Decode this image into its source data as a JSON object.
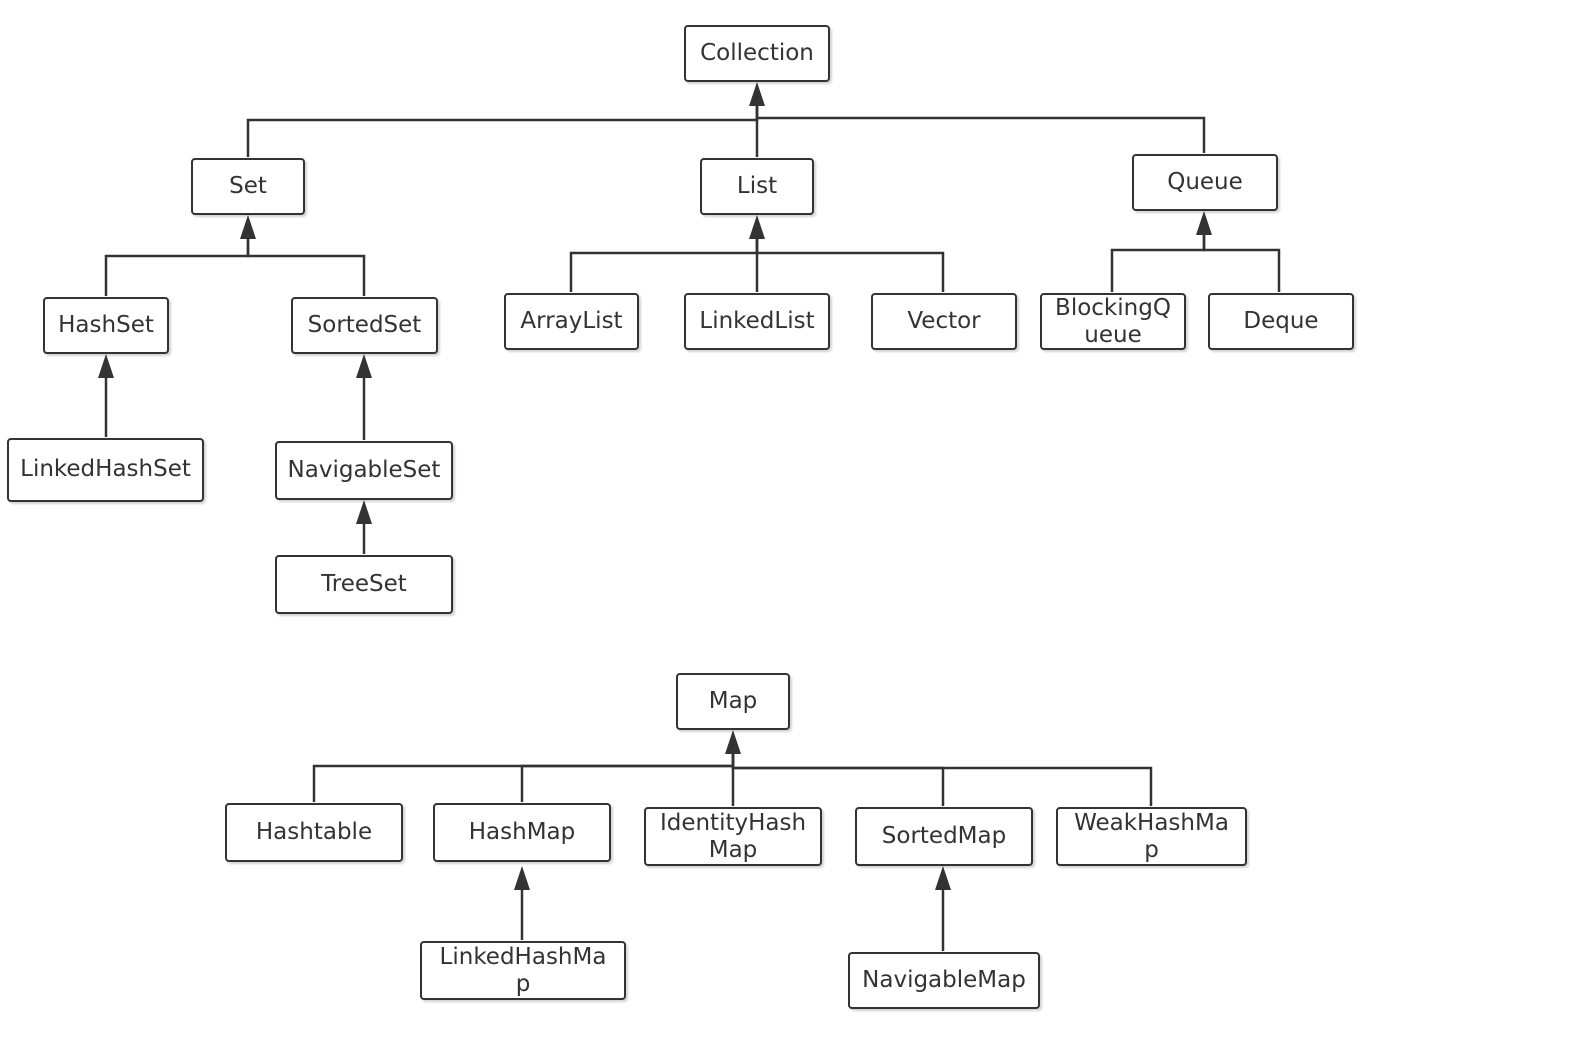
{
  "colors": {
    "line": "#333333",
    "box_border": "#333333",
    "box_fill": "#ffffff",
    "text": "#333333",
    "background": "#ffffff"
  },
  "nodes": {
    "collection": {
      "label": "Collection"
    },
    "set": {
      "label": "Set"
    },
    "list": {
      "label": "List"
    },
    "queue": {
      "label": "Queue"
    },
    "hashset": {
      "label": "HashSet"
    },
    "sortedset": {
      "label": "SortedSet"
    },
    "arraylist": {
      "label": "ArrayList"
    },
    "linkedlist": {
      "label": "LinkedList"
    },
    "vector": {
      "label": "Vector"
    },
    "blockingqueue": {
      "lines": [
        "BlockingQ",
        "ueue"
      ]
    },
    "deque": {
      "label": "Deque"
    },
    "linkedhashset": {
      "label": "LinkedHashSet"
    },
    "navigableset": {
      "label": "NavigableSet"
    },
    "treeset": {
      "label": "TreeSet"
    },
    "map": {
      "label": "Map"
    },
    "hashtable": {
      "label": "Hashtable"
    },
    "hashmap": {
      "label": "HashMap"
    },
    "identityhashmap": {
      "lines": [
        "IdentityHash",
        "Map"
      ]
    },
    "sortedmap": {
      "label": "SortedMap"
    },
    "weakhashmap": {
      "lines": [
        "WeakHashMa",
        "p"
      ]
    },
    "linkedhashmap": {
      "lines": [
        "LinkedHashMa",
        "p"
      ]
    },
    "navigablemap": {
      "label": "NavigableMap"
    }
  },
  "edges": [
    {
      "from": "set",
      "to": "collection"
    },
    {
      "from": "list",
      "to": "collection"
    },
    {
      "from": "queue",
      "to": "collection"
    },
    {
      "from": "hashset",
      "to": "set"
    },
    {
      "from": "sortedset",
      "to": "set"
    },
    {
      "from": "linkedhashset",
      "to": "hashset"
    },
    {
      "from": "navigableset",
      "to": "sortedset"
    },
    {
      "from": "treeset",
      "to": "navigableset"
    },
    {
      "from": "arraylist",
      "to": "list"
    },
    {
      "from": "linkedlist",
      "to": "list"
    },
    {
      "from": "vector",
      "to": "list"
    },
    {
      "from": "blockingqueue",
      "to": "queue"
    },
    {
      "from": "deque",
      "to": "queue"
    },
    {
      "from": "hashtable",
      "to": "map"
    },
    {
      "from": "hashmap",
      "to": "map"
    },
    {
      "from": "identityhashmap",
      "to": "map"
    },
    {
      "from": "sortedmap",
      "to": "map"
    },
    {
      "from": "weakhashmap",
      "to": "map"
    },
    {
      "from": "linkedhashmap",
      "to": "hashmap"
    },
    {
      "from": "navigablemap",
      "to": "sortedmap"
    }
  ]
}
